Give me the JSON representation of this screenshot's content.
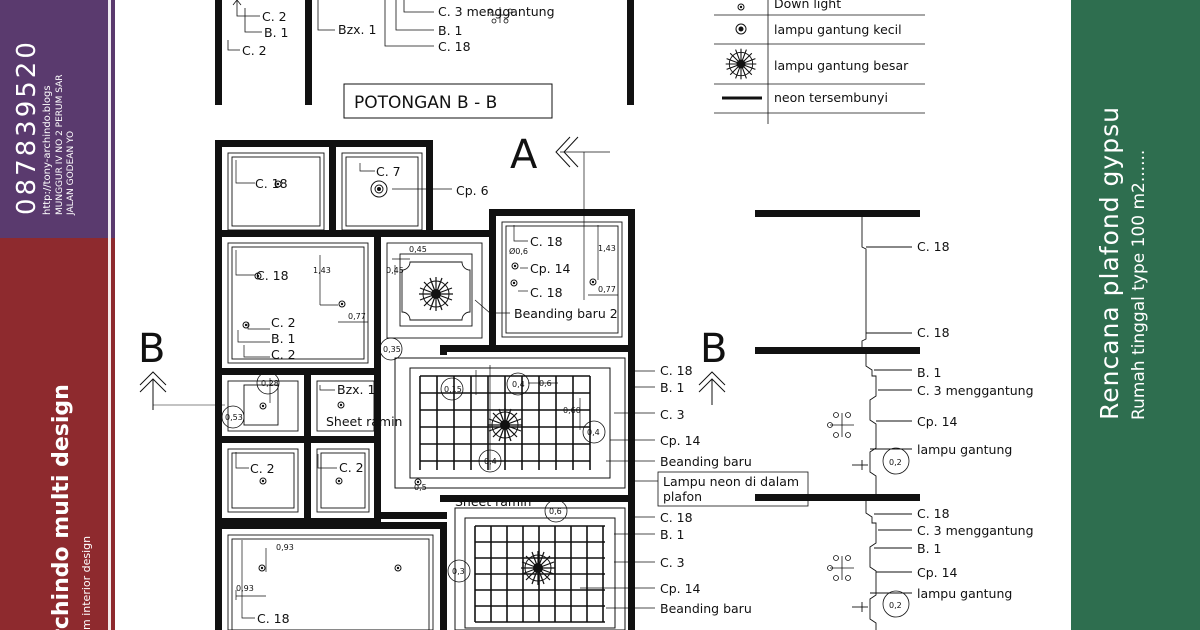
{
  "sidebar_left": {
    "colors": {
      "top": "#5a3a6e",
      "bottom": "#8e2a2e"
    },
    "phone": "087839520",
    "blog": "http://tony-archindo.blogs",
    "address1": "MUNGGUR IV NO 2 PERUM SAR",
    "address2": "JALAN GODEAN YO",
    "brand": "rchindo multi design",
    "tagline": "m interior design"
  },
  "sidebar_right": {
    "color": "#2e6e4f",
    "title": "Rencana plafond gypsu",
    "subtitle": "Rumah tinggal type 100 m2......"
  },
  "legend": {
    "items": [
      {
        "icon": "downlight-icon",
        "label": "Down light"
      },
      {
        "icon": "small-pendant-lamp-icon",
        "label": "lampu gantung kecil"
      },
      {
        "icon": "large-pendant-lamp-icon",
        "label": "lampu gantung besar"
      },
      {
        "icon": "hidden-neon-icon",
        "label": "neon tersembunyi"
      }
    ]
  },
  "section_title": "POTONGAN B - B",
  "section_markers": {
    "a": "A",
    "b_left": "B",
    "b_right": "B"
  },
  "top_labels": {
    "c2a": "C. 2",
    "b1a": "B. 1",
    "c2b": "C. 2",
    "bzx1": "Bzx. 1",
    "c3m": "C. 3 menggantung",
    "b1b": "B. 1",
    "c18": "C. 18"
  },
  "plan_labels": {
    "c18_tl": "C. 18",
    "c7": "C. 7",
    "cp6": "Cp. 6",
    "c18_mid": "C. 18",
    "c18_a": "C. 18",
    "cp14_a": "Cp. 14",
    "c18_b": "C. 18",
    "beanding2": "Beanding baru 2",
    "c2_1": "C. 2",
    "b1_1": "B. 1",
    "c2_2": "C. 2",
    "bzx1": "Bzx. 1",
    "sheet_ramin1": "Sheet ramin",
    "c2_l": "C. 2",
    "c2_r": "C. 2",
    "sheet_ramin2": "Sheet ramin",
    "c18_bl": "C. 18"
  },
  "dimensions": {
    "d143a": "1,43",
    "d077a": "0,77",
    "d045a": "0,45",
    "d045b": "0,45",
    "d06": "Ø0,6",
    "d143b": "1,43",
    "d077b": "0,77",
    "d035": "0,35",
    "d015": "0,15",
    "d04a": "0,4",
    "d06b": "0,6",
    "d060": "0,60",
    "d04b": "0,4",
    "d04c": "0,4",
    "d028": "0,28",
    "d053": "0,53",
    "d06c": "0,6",
    "d03": "0,3",
    "d05": "0,5",
    "d093a": "0,93",
    "d093b": "0,93",
    "d02a": "0,2",
    "d02b": "0,2"
  },
  "callouts_mid": {
    "c18": "C. 18",
    "b1": "B. 1",
    "c3": "C. 3",
    "cp14": "Cp. 14",
    "beanding": "Beanding baru",
    "neon": "Lampu neon di dalam",
    "neon2": "plafon",
    "c18b": "C. 18",
    "b1b": "B. 1",
    "c3b": "C. 3",
    "cp14b": "Cp. 14",
    "beandingb": "Beanding baru"
  },
  "callouts_right": {
    "c18a": "C. 18",
    "c18b": "C. 18",
    "b1": "B. 1",
    "c3m": "C. 3 menggantung",
    "cp14": "Cp. 14",
    "lampu": "lampu gantung",
    "c18c": "C. 18",
    "c3m2": "C. 3 menggantung",
    "b1b": "B. 1",
    "cp14b": "Cp. 14",
    "lampu2": "lampu gantung"
  }
}
